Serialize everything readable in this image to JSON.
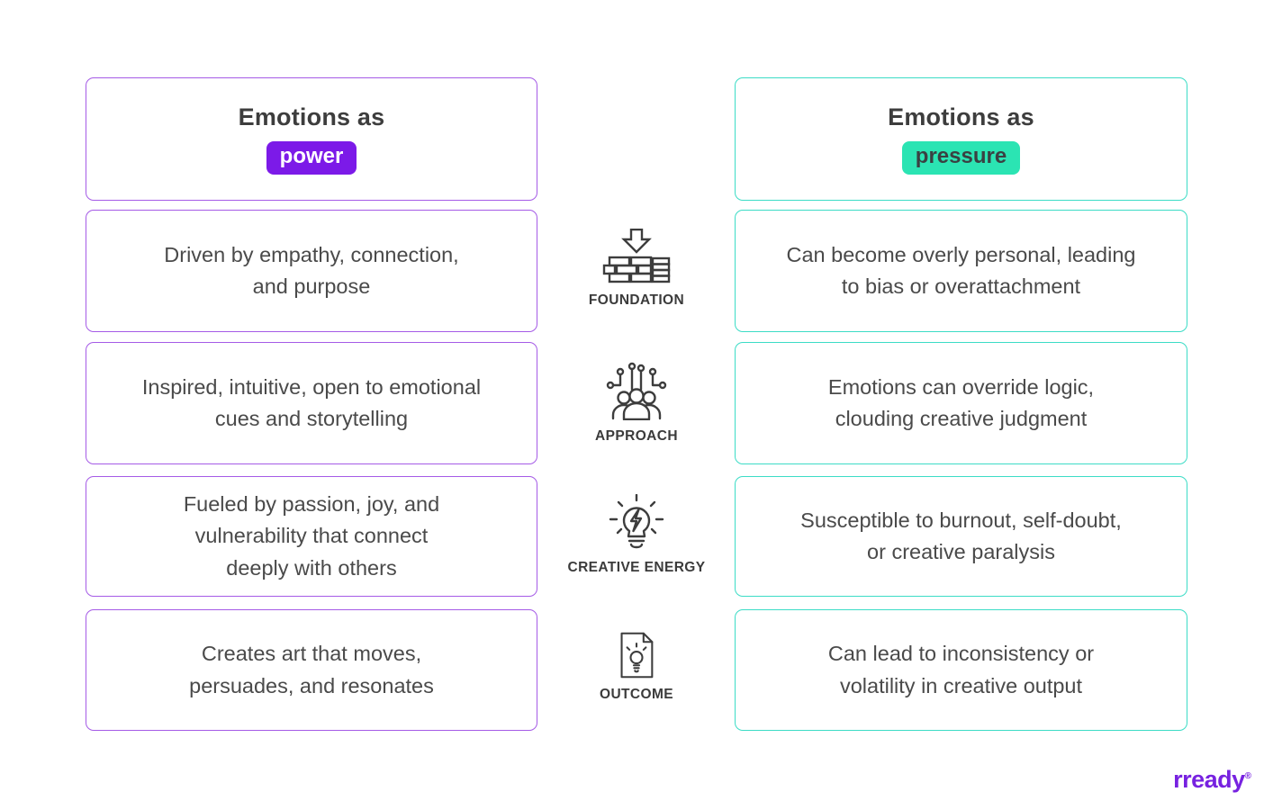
{
  "columns": {
    "left": {
      "title": "Emotions as",
      "badge": "power",
      "accent_border_color": "#a55be6",
      "badge_bg_color": "#7c1ae8",
      "badge_text_color": "#ffffff",
      "items": [
        "Driven by empathy, connection,\nand purpose",
        "Inspired, intuitive, open to emotional\ncues and storytelling",
        "Fueled by passion, joy, and\nvulnerability that connect\ndeeply with others",
        "Creates art that moves,\npersuades, and resonates"
      ]
    },
    "right": {
      "title": "Emotions as",
      "badge": "pressure",
      "accent_border_color": "#3cdcc6",
      "badge_bg_color": "#2be4b3",
      "badge_text_color": "#3a4042",
      "items": [
        "Can become overly personal, leading\nto bias or overattachment",
        "Emotions can override logic,\nclouding creative judgment",
        "Susceptible to burnout, self-doubt,\nor creative paralysis",
        "Can lead to inconsistency or\nvolatility in creative output"
      ]
    }
  },
  "center": {
    "rows": [
      {
        "icon": "arrow-into-brick-wall-icon",
        "label": "FOUNDATION"
      },
      {
        "icon": "people-network-icon",
        "label": "APPROACH"
      },
      {
        "icon": "lightbulb-bolt-icon",
        "label": "CREATIVE ENERGY"
      },
      {
        "icon": "document-idea-icon",
        "label": "OUTCOME"
      }
    ],
    "icon_stroke_color": "#3d3d3d"
  },
  "footer": {
    "logo_text": "rready",
    "logo_mark": "®",
    "logo_color": "#7722e0"
  }
}
